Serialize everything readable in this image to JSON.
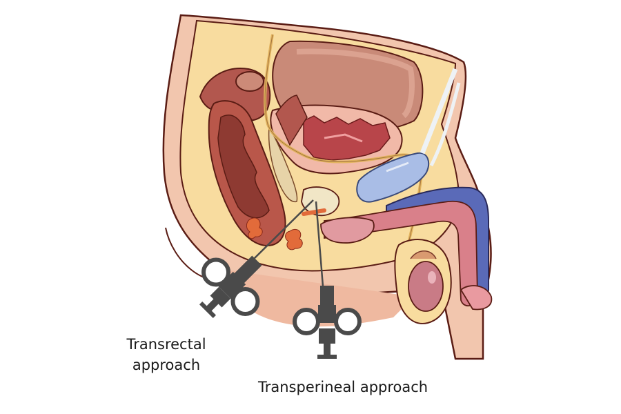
{
  "diagram": {
    "subject": "Prostate biopsy approaches (sagittal section of male pelvis)",
    "labels": {
      "transrectal_line1": "Transrectal",
      "transrectal_line2": "approach",
      "transperineal": "Transperineal approach"
    },
    "structures": [
      {
        "name": "bladder",
        "color": "#c98a78"
      },
      {
        "name": "prostate",
        "color": "#f1e6c6"
      },
      {
        "name": "rectum",
        "color": "#b9574a"
      },
      {
        "name": "seminal-vesicle",
        "color": "#e7d3a8"
      },
      {
        "name": "pubic-symphysis",
        "color": "#a9bde6"
      },
      {
        "name": "urethra",
        "color": "#d9808a"
      },
      {
        "name": "corpus-cavernosum",
        "color": "#5a6ab8"
      },
      {
        "name": "testis",
        "color": "#c97b86"
      },
      {
        "name": "anal-sphincter",
        "color": "#e26b3a"
      },
      {
        "name": "fat-tissue",
        "color": "#f7d99a"
      },
      {
        "name": "skin",
        "color": "#f0c0a8"
      }
    ],
    "instruments": [
      {
        "name": "transrectal-biopsy-gun",
        "color": "#4a4a4a"
      },
      {
        "name": "transperineal-biopsy-gun",
        "color": "#4a4a4a"
      }
    ]
  }
}
